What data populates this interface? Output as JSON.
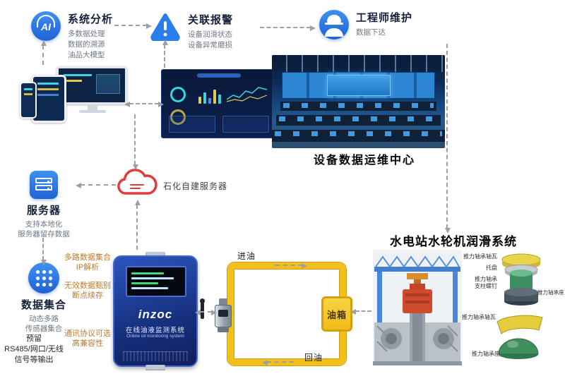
{
  "blocks": {
    "analysis": {
      "icon_text": "AI",
      "title": "系统分析",
      "lines": [
        "多数据处理",
        "数据的溯源",
        "油品大模型"
      ]
    },
    "alarm": {
      "title": "关联报警",
      "lines": [
        "设备润滑状态",
        "设备异常磨损"
      ]
    },
    "engineer": {
      "title": "工程师维护",
      "lines": [
        "数据下达"
      ]
    },
    "server": {
      "title": "服务器",
      "lines": [
        "支持本地化",
        "服务器留存数据"
      ]
    },
    "collection": {
      "title": "数据集合",
      "lines": [
        "动态多路",
        "传感器集合"
      ]
    }
  },
  "ops_center": {
    "caption": "设备数据运维中心"
  },
  "cloud": {
    "label": "石化自建服务器"
  },
  "device": {
    "brand": "inzoc",
    "name_cn": "在线油液监测系统",
    "name_en": "Online oil monitoring system",
    "annotations": [
      {
        "line1": "多路数据集合",
        "line2": "IP解析"
      },
      {
        "line1": "无效数据甄别",
        "line2": "断点续存"
      },
      {
        "line1": "通讯协议可选",
        "line2": "高兼容性"
      }
    ],
    "output_note": {
      "line1": "预留",
      "line2": "RS485/网口/无线",
      "line3": "信号等输出"
    }
  },
  "pipe": {
    "inlet": "进油",
    "tank": "油箱",
    "outlet": "回油"
  },
  "lubrication": {
    "title": "水电站水轮机润滑系统",
    "parts": {
      "pad_top": "推力轴承轴瓦",
      "tray": "托盘",
      "bolt_line1": "推力轴承",
      "bolt_line2": "支柱螺钉",
      "seat_top": "推力轴承座",
      "pad_bottom": "推力轴承轴瓦",
      "seat_bottom": "推力轴承座"
    }
  },
  "colors": {
    "accent_blue": "#2b7de9",
    "cloud_red": "#e23b3b",
    "pipe_yellow": "#f2bf1b",
    "annotation_orange": "#c07a2a",
    "device_blue": "#1d3d96"
  }
}
